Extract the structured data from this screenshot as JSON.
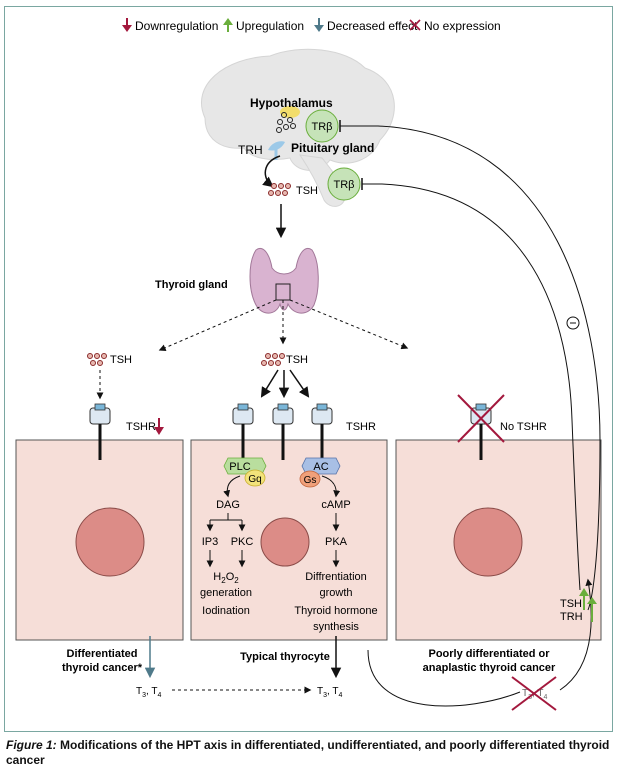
{
  "legend": {
    "down": "Downregulation",
    "up": "Upregulation",
    "decreased": "Decreased effect",
    "none": "No expression"
  },
  "brain": {
    "hypothalamus": "Hypothalamus",
    "pituitary": "Pituitary gland",
    "trb": "TRβ",
    "trh": "TRH",
    "tsh": "TSH"
  },
  "thyroid_label": "Thyroid gland",
  "tsh_label": "TSH",
  "tshr_label": "TSHR",
  "no_tshr": "No TSHR",
  "middle": {
    "plc": "PLC",
    "gq": "Gq",
    "ac": "AC",
    "gs": "Gs",
    "dag": "DAG",
    "camp": "cAMP",
    "ip3": "IP3",
    "pkc": "PKC",
    "pka": "PKA",
    "h2o2_h": "H",
    "h2o2_sub1": "2",
    "h2o2_o": "O",
    "h2o2_sub2": "2",
    "generation": "generation",
    "iodination": "Iodination",
    "diff1": "Diffrentiation",
    "diff2": "growth",
    "thyroid_hormone1": "Thyroid hormone",
    "thyroid_hormone2": "synthesis"
  },
  "cells": {
    "left_title1": "Differentiated",
    "left_title2": "thyroid cancer*",
    "middle_title": "Typical thyrocyte",
    "right_title1": "Poorly differentiated or",
    "right_title2": "anaplastic thyroid cancer"
  },
  "hormones": {
    "t3": "T",
    "t3_sub": "3",
    "sep": ", ",
    "t4": "T",
    "t4_sub": "4"
  },
  "feedback": {
    "tsh": "TSH",
    "trh": "TRH"
  },
  "caption": {
    "lead": "Figure 1:",
    "body": " Modifications of the HPT axis in differentiated, undifferentiated, and poorly differentiated thyroid cancer"
  },
  "colors": {
    "down": "#a3183d",
    "up": "#6aae3c",
    "decreased": "#4f7a8a",
    "cell_fill": "#f6ded8",
    "nucleus": "#dc8c87",
    "trb_fill": "#c6e3b8",
    "thyroid": "#d9b3d0",
    "brain": "#e7e7e7"
  }
}
